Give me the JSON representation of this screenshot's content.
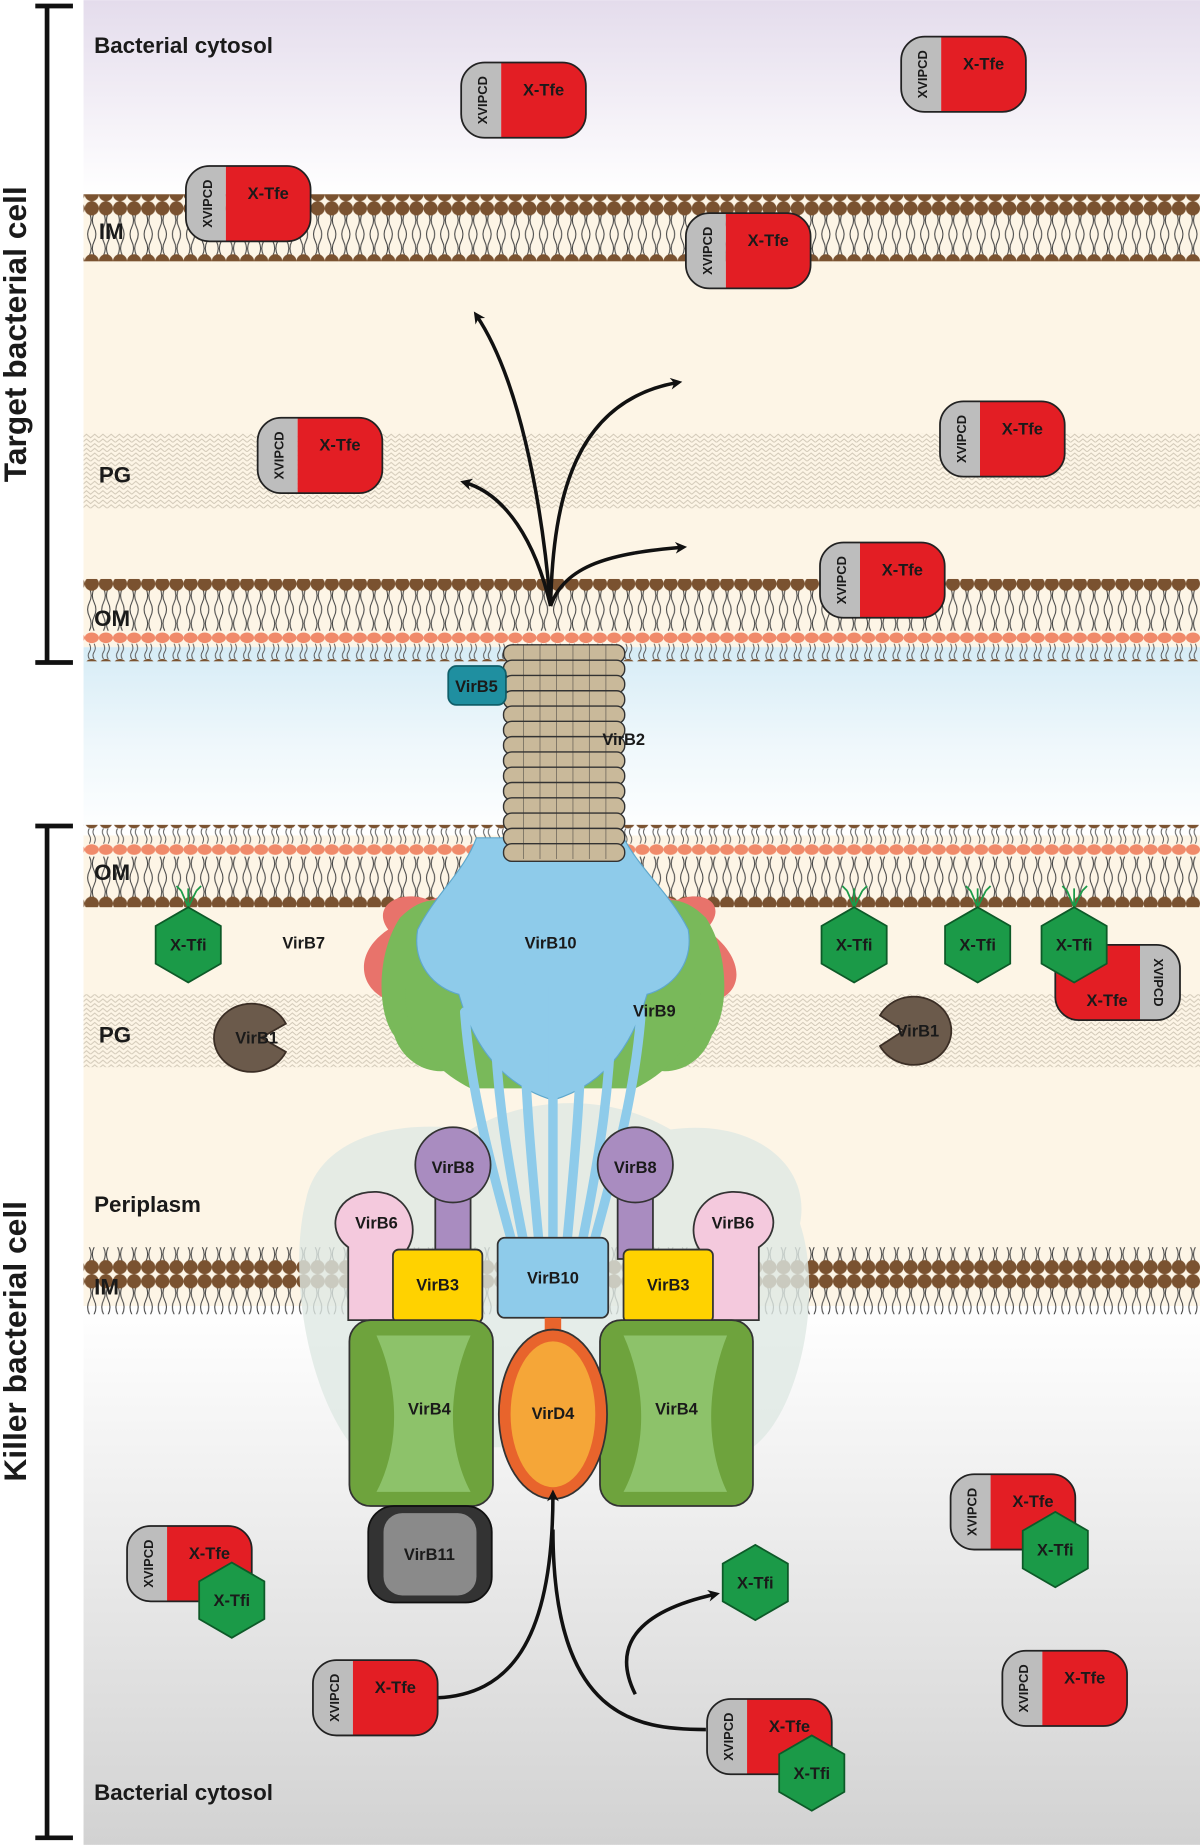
{
  "side_labels": {
    "target": "Target bacterial cell",
    "killer": "Killer bacterial cell"
  },
  "regions": {
    "target_cytosol": "Bacterial cytosol",
    "target_im": "IM",
    "target_pg": "PG",
    "target_om": "OM",
    "killer_om": "OM",
    "killer_pg": "PG",
    "killer_periplasm": "Periplasm",
    "killer_im": "IM",
    "killer_cytosol": "Bacterial cytosol"
  },
  "proteins": {
    "virb2": "VirB2",
    "virb5": "VirB5",
    "virb7": "VirB7",
    "virb9": "VirB9",
    "virb10_core": "VirB10",
    "virb10_im": "VirB10",
    "virb1_left": "VirB1",
    "virb1_right": "VirB1",
    "virb8_left": "VirB8",
    "virb8_right": "VirB8",
    "virb6_left": "VirB6",
    "virb6_right": "VirB6",
    "virb3_left": "VirB3",
    "virb3_right": "VirB3",
    "virb4_left": "VirB4",
    "virb4_right": "VirB4",
    "vird4": "VirD4",
    "virb11": "VirB11"
  },
  "effector": {
    "domain": "XVIPCD",
    "toxin": "X-Tfe",
    "immunity": "X-Tfi"
  },
  "colors": {
    "toxin_red": "#e31e24",
    "xvipcd_gray": "#bdbdbd",
    "immunity_green": "#1b9a48",
    "membrane_head": "#7a5230",
    "lps_head": "#f08a6a",
    "virb10_blue": "#8ecbea",
    "virb8_purple": "#a98cc0",
    "virb6_pink": "#f4c9dd",
    "virb3_yellow": "#ffd200",
    "virb4_green": "#8dc26a",
    "vird4_orange": "#f5a638",
    "virb11_gray": "#8a8a8a",
    "virb5_teal": "#1f8fa0",
    "virb2_tan": "#c9b99a",
    "virb1_brown": "#6b5a4b"
  }
}
